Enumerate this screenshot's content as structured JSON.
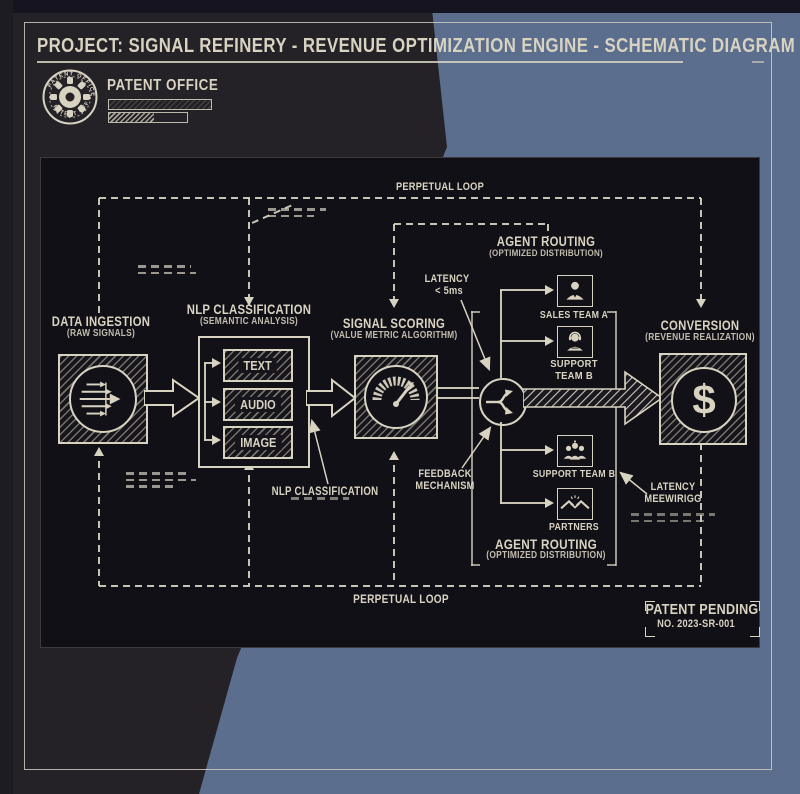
{
  "title": "PROJECT: SIGNAL REFINERY - REVENUE OPTIMIZATION ENGINE - SCHEMATIC DIAGRAM",
  "stamp": {
    "label": "PATENT OFFICE",
    "ring_top": "PATENT OFFICE",
    "ring_bottom": "PATENT OFFICE"
  },
  "loop": {
    "top_label": "PERPETUAL LOOP",
    "bottom_label": "PERPETUAL LOOP"
  },
  "nodes": {
    "ingestion": {
      "title": "DATA INGESTION",
      "subtitle": "(RAW SIGNALS)"
    },
    "nlp": {
      "title": "NLP CLASSIFICATION",
      "subtitle": "(SEMANTIC ANALYSIS)",
      "channels": [
        "TEXT",
        "AUDIO",
        "IMAGE"
      ]
    },
    "scoring": {
      "title": "SIGNAL SCORING",
      "subtitle": "(VALUE METRIC ALGORITHM)"
    },
    "routing_top": {
      "title": "AGENT ROUTING",
      "subtitle": "(OPTIMIZED DISTRIBUTION)"
    },
    "routing_bottom": {
      "title": "AGENT ROUTING",
      "subtitle": "(OPTIMIZED DISTRIBUTION)"
    },
    "conversion": {
      "title": "CONVERSION",
      "subtitle": "(REVENUE REALIZATION)",
      "symbol": "$"
    }
  },
  "teams": [
    {
      "label": "SALES TEAM A",
      "icon": "agent-person-icon"
    },
    {
      "label": "SUPPORT TEAM B",
      "icon": "support-headset-icon"
    },
    {
      "label": "SUPPORT TEAM B",
      "icon": "team-group-icon"
    },
    {
      "label": "PARTNERS",
      "icon": "handshake-icon"
    }
  ],
  "annotations": {
    "latency_label": "LATENCY",
    "latency_value": "< 5ms",
    "feedback_line1": "FEEDBACK",
    "feedback_line2": "MECHANISM",
    "nlp_note": "NLP CLASSIFICATION",
    "latency2_line1": "LATENCY",
    "latency2_line2": "MEEWIRIGG"
  },
  "patent": {
    "line1": "PATENT PENDING",
    "line2": "NO. 2023-SR-001"
  },
  "colors": {
    "ink": "#d8d3c1",
    "panel": "#121017",
    "charcoal": "#242127",
    "blue": "#5c6e8d",
    "navy": "#171521"
  }
}
